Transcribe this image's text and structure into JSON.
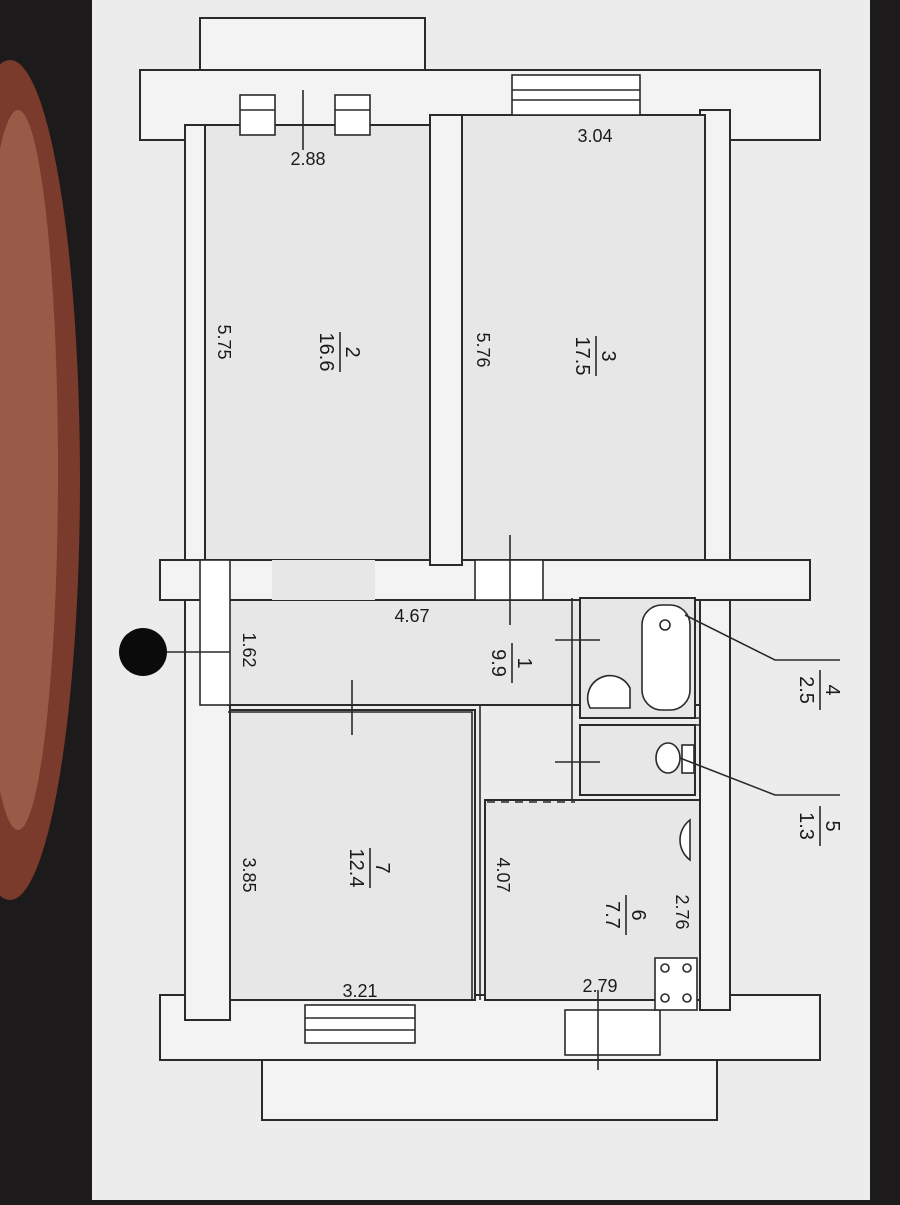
{
  "rooms": [
    {
      "id": "2",
      "area": "16.6",
      "dim_height": "5.75",
      "dim_width": "2.88"
    },
    {
      "id": "3",
      "area": "17.5",
      "dim_height": "5.76",
      "dim_width": "3.04"
    },
    {
      "id": "1",
      "area": "9.9",
      "dim_width": "4.67",
      "dim_depth": "1.62"
    },
    {
      "id": "7",
      "area": "12.4",
      "dim_height": "3.85",
      "dim_width": "3.21"
    },
    {
      "id": "6",
      "area": "7.7",
      "dim_height": "4.07",
      "dim_depth": "2.76",
      "dim_width": "2.79"
    },
    {
      "id": "4",
      "area": "2.5"
    },
    {
      "id": "5",
      "area": "1.3"
    }
  ],
  "colors": {
    "background": "#1c1a1a",
    "paper": "#ececec",
    "room_fill": "#e7e7e7",
    "line": "#2a2a2a"
  }
}
